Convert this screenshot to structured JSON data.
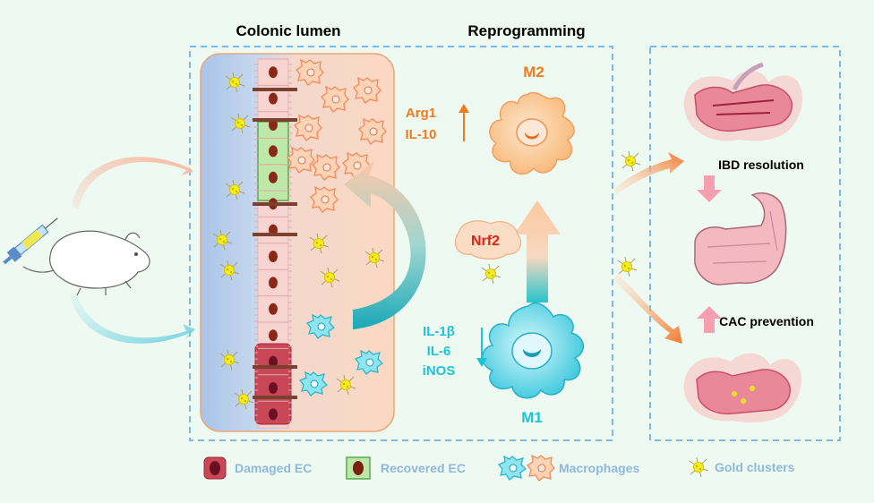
{
  "headers": {
    "colonic_lumen": "Colonic lumen",
    "reprogramming": "Reprogramming"
  },
  "macrophage_states": {
    "m2": "M2",
    "m1": "M1",
    "nrf2": "Nrf2"
  },
  "m2_markers": [
    "Arg1",
    "IL-10"
  ],
  "m1_markers": [
    "IL-1β",
    "IL-6",
    "iNOS"
  ],
  "outcomes": {
    "ibd": "IBD resolution",
    "cac": "CAC prevention"
  },
  "legend": [
    {
      "icon": "damaged-ec-icon",
      "label": "Damaged EC"
    },
    {
      "icon": "recovered-ec-icon",
      "label": "Recovered EC"
    },
    {
      "icon": "macrophages-icon",
      "label": "Macrophages"
    },
    {
      "icon": "gold-cluster-icon",
      "label": "Gold clusters"
    }
  ],
  "colors": {
    "m2_orange": "#f07a1e",
    "m1_cyan": "#1cc4d8",
    "nrf2_red": "#d8261a",
    "frame_blue": "#7ab8e6",
    "legend_text": "#8fb8dc"
  }
}
